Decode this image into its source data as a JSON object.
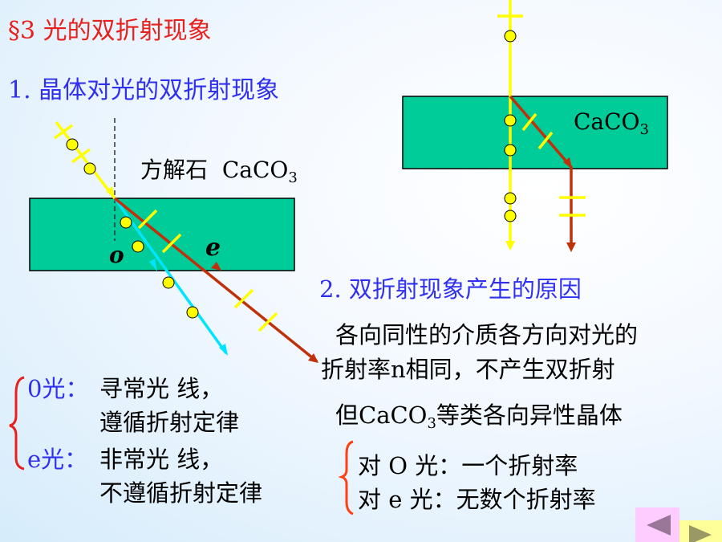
{
  "title": "§3  光的双折射现象",
  "section1": "1.  晶体对光的双折射现象",
  "crystal_label": {
    "name": "方解石",
    "formula_main": "CaCO",
    "formula_sub": "3"
  },
  "right_crystal_label": {
    "formula_main": "CaCO",
    "formula_sub": "3"
  },
  "ray_labels": {
    "o": "o",
    "e": "e"
  },
  "section2": "2.  双折射现象产生的原因",
  "reason_line1": "各向同性的介质各方向对光的",
  "reason_line2": "折射率n相同，不产生双折射",
  "reason_line3": {
    "prefix": "但CaCO",
    "sub": "3",
    "suffix": "等类各向异性晶体"
  },
  "index_o": "对 O 光：一个折射率",
  "index_e": "对  e  光：无数个折射率",
  "o_light": {
    "label": "0光：",
    "line1": "寻常光 线，",
    "line2": "遵循折射定律"
  },
  "e_light": {
    "label": "e光：",
    "line1": "非常光 线，",
    "line2": "不遵循折射定律"
  },
  "nav": {
    "prev": "prev-slide",
    "next": "next-slide"
  },
  "colors": {
    "crystal": "#00cc99",
    "incident": "#ffff00",
    "o_ray": "#00e5ff",
    "e_ray": "#c0300a",
    "title": "#e8201c",
    "heading": "#3030f0"
  }
}
